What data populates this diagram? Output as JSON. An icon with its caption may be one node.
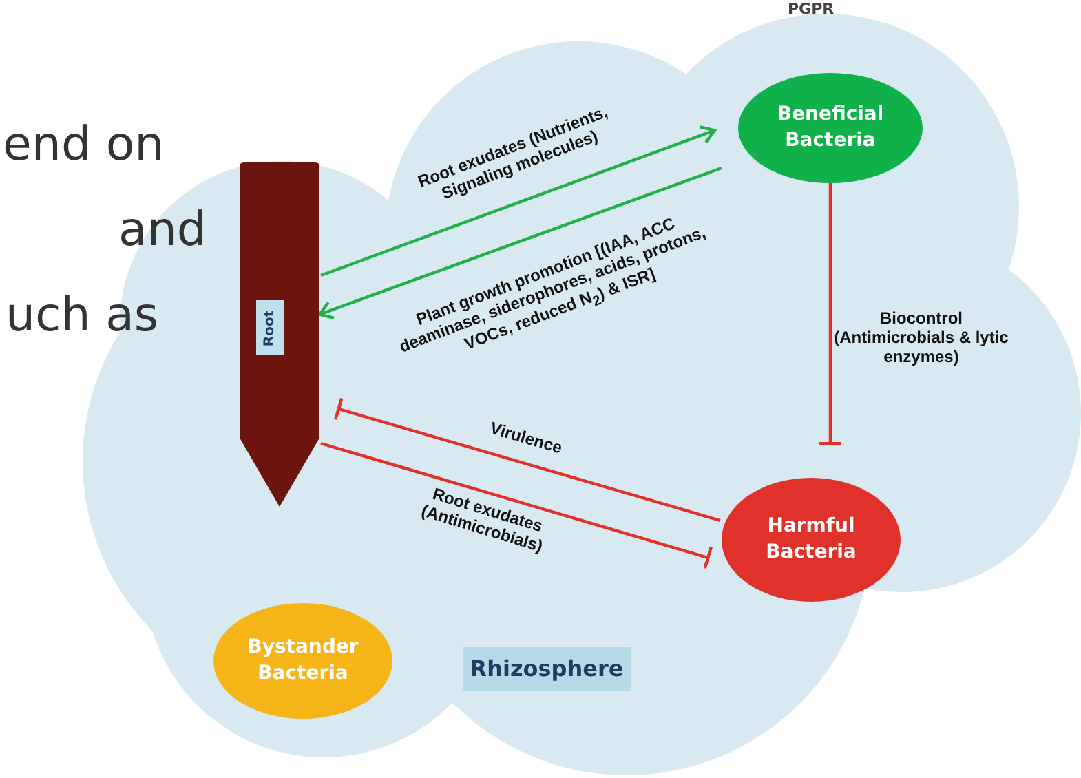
{
  "diagram": {
    "nodes": [
      {
        "text": [
          "Rhizosphere"
        ]
      },
      {
        "text": [
          "Root"
        ],
        "in": 0
      },
      {
        "text": [
          "Beneficial Bacteria"
        ],
        "in": 0
      },
      {
        "text": [
          "Harmful Bacteria"
        ],
        "in": 0
      },
      {
        "text": [
          "Bystander Bacteria"
        ],
        "in": 0
      }
    ],
    "edges": [
      {
        "from": 1,
        "to": 2,
        "arrow": "to",
        "label": "Root exudates (Nutrients, Signaling molecules)",
        "color": "#22b04b"
      },
      {
        "from": 2,
        "to": 1,
        "arrow": "to",
        "label": "Plant growth promotion [(IAA, ACC deaminase, siderophores, acids, protons, VOCs, reduced N$_{2}$) & ISR]",
        "color": "#22b04b"
      },
      {
        "from": 3,
        "to": 1,
        "arrow": "other",
        "label": "Virulence"
      },
      {
        "from": 1,
        "to": 3,
        "arrow": "other",
        "label": "Root exudates (Antimicrobials)"
      },
      {
        "from": 2,
        "to": 3,
        "arrow": "other",
        "label": "Biocontrol (Antimicrobials & lytic enzymes)"
      }
    ],
    "labels": [
      "PGPR",
      "end on",
      "and",
      "uch as"
    ]
  }
}
